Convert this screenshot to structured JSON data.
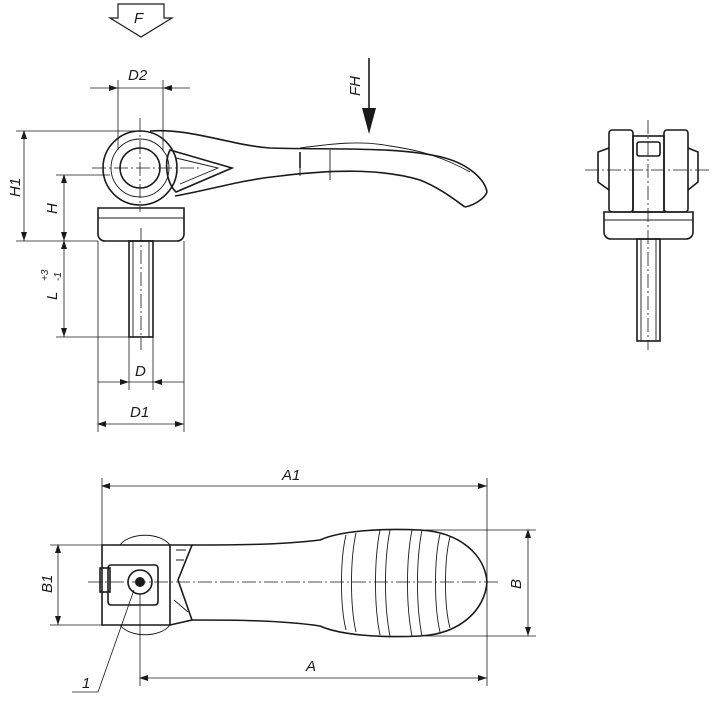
{
  "drawing": {
    "labels": {
      "F": "F",
      "FH": "FH",
      "D2": "D2",
      "H1": "H1",
      "H": "H",
      "L": "L",
      "L_sup": "+3",
      "L_sub": "-1",
      "D": "D",
      "D1": "D1",
      "A1": "A1",
      "A": "A",
      "B": "B",
      "B1": "B1",
      "item1": "1"
    }
  }
}
